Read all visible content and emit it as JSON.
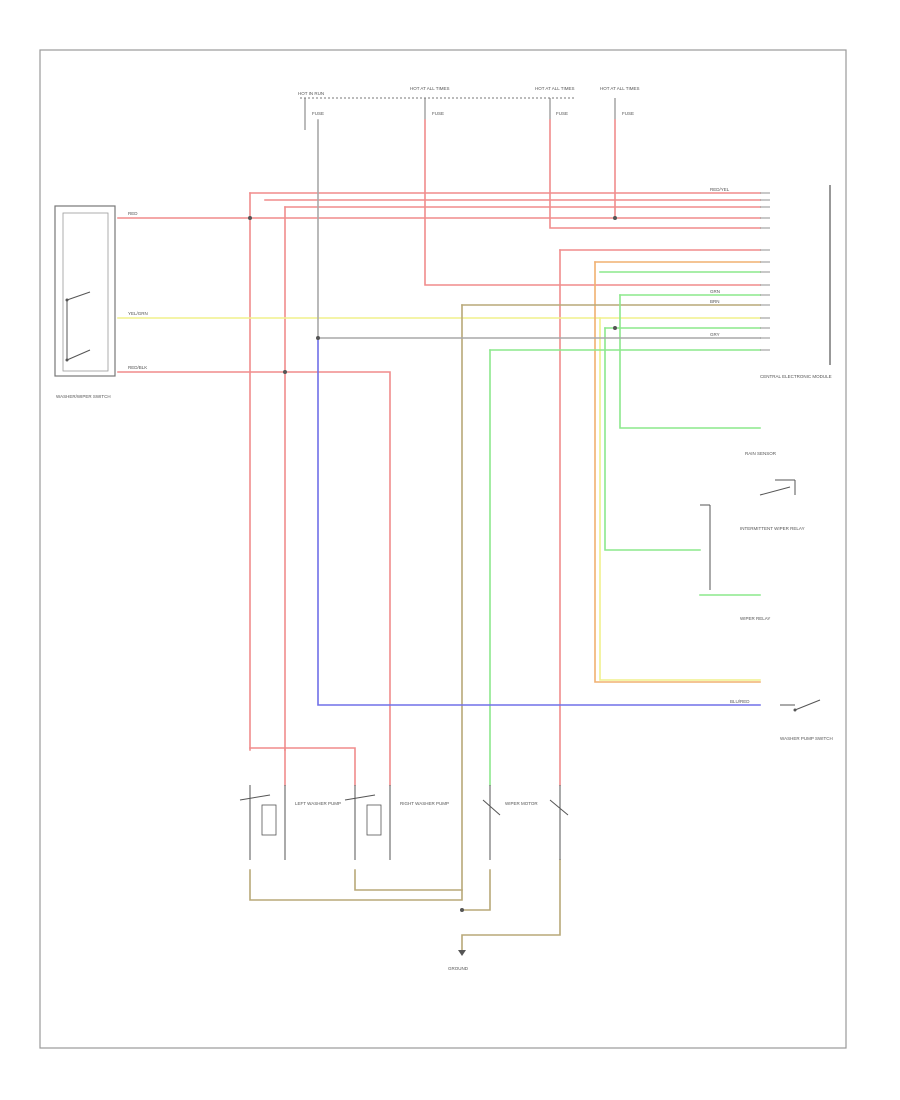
{
  "diagram": {
    "footer_code": "",
    "components": {
      "washer_switch": "WASHER/WIPER SWITCH",
      "wiper_motor": "WIPER MOTOR",
      "fuse_hot_run": "HOT IN RUN",
      "fuse_hot_at_all_times": "HOT AT ALL TIMES",
      "fuse_a": "FUSE",
      "fuse_b": "FUSE",
      "fuse_c": "FUSE",
      "fuse_d": "FUSE",
      "central_control_module": "CENTRAL ELECTRONIC MODULE",
      "intermittent_relay": "INTERMITTENT WIPER RELAY",
      "wiper_relay": "WIPER RELAY",
      "rain_sensor": "RAIN SENSOR",
      "pump_switch": "WASHER PUMP SWITCH",
      "left_washer": "LEFT WASHER PUMP",
      "right_washer": "RIGHT WASHER PUMP",
      "ground": "GROUND"
    },
    "wire_labels": {
      "red": "RED",
      "red_yel": "RED/YEL",
      "red_blk": "RED/BLK",
      "yel_grn": "YEL/GRN",
      "grn": "GRN",
      "brn": "BRN",
      "blu_red": "BLU/RED",
      "gry": "GRY"
    }
  }
}
